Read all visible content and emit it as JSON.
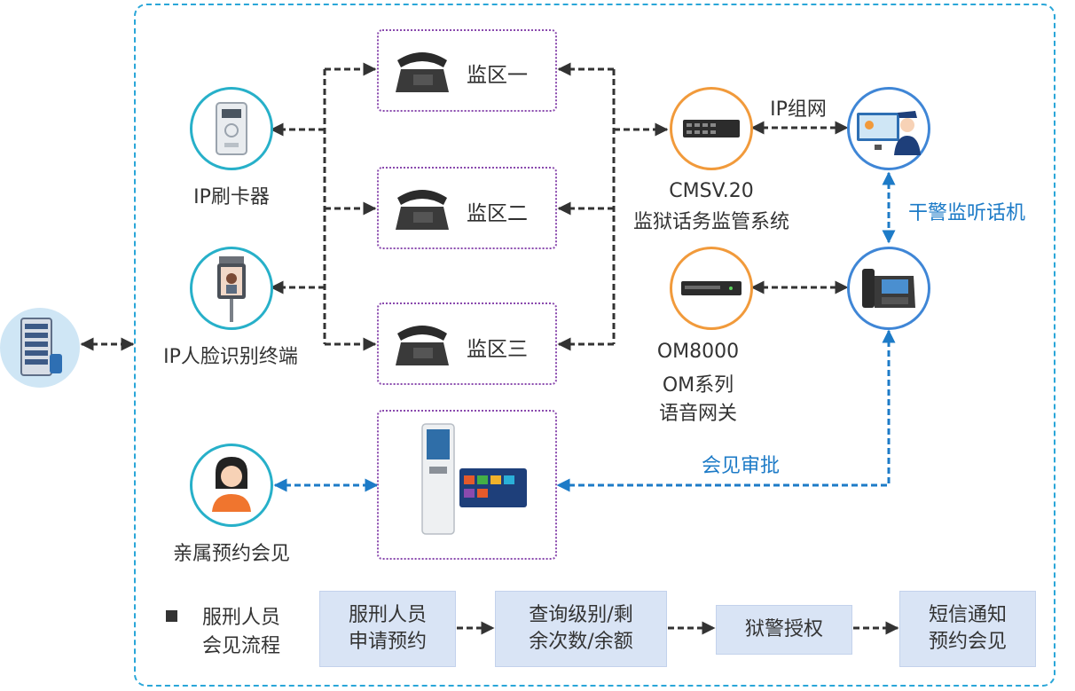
{
  "nodes": {
    "card_reader": "IP刷卡器",
    "face_terminal": "IP人脸识别终端",
    "family_booking": "亲属预约会见",
    "zone1": "监区一",
    "zone2": "监区二",
    "zone3": "监区三",
    "cmsv_model": "CMSV.20",
    "cmsv_name": "监狱话务监管系统",
    "ip_network": "IP组网",
    "guard_phone": "干警监听话机",
    "om_model": "OM8000",
    "om_series": "OM系列",
    "om_name": "语音网关",
    "approval": "会见审批"
  },
  "legend": {
    "line1": "服刑人员",
    "line2": "会见流程"
  },
  "process": [
    {
      "line1": "服刑人员",
      "line2": "申请预约"
    },
    {
      "line1": "查询级别/剩",
      "line2": "余次数/余额"
    },
    {
      "line1": "狱警授权",
      "line2": ""
    },
    {
      "line1": "短信通知",
      "line2": "预约会见"
    }
  ],
  "colors": {
    "frame": "#2aa6d8",
    "teal_circle": "#27b0c9",
    "orange_circle": "#f19a3b",
    "blue_circle": "#3f86d6",
    "zone_border": "#8a4aae",
    "blue_arrow": "#1d7bc7",
    "process_fill": "#d9e4f5"
  },
  "icons": [
    "server-icon",
    "card-reader-icon",
    "face-terminal-icon",
    "person-icon",
    "desk-phone-icon",
    "rack-device-icon",
    "police-monitor-icon",
    "ip-phone-icon",
    "kiosk-icon"
  ]
}
